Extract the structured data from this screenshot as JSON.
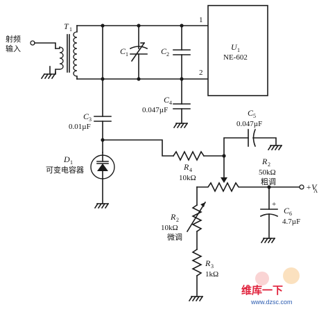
{
  "input": {
    "label_line1": "射频",
    "label_line2": "输入"
  },
  "transformer": {
    "ref": "T",
    "sub": "1"
  },
  "ic": {
    "ref": "U",
    "sub": "1",
    "part": "NE-602",
    "pin1": "1",
    "pin2": "2"
  },
  "c1": {
    "ref": "C",
    "sub": "1"
  },
  "c2": {
    "ref": "C",
    "sub": "2"
  },
  "c3": {
    "ref": "C",
    "sub": "3",
    "value": "0.01µF"
  },
  "c4": {
    "ref": "C",
    "sub": "4",
    "value": "0.047µF"
  },
  "c5": {
    "ref": "C",
    "sub": "5",
    "value": "0.047µF"
  },
  "c6": {
    "ref": "C",
    "sub": "6",
    "value": "4.7µF",
    "polarity": "+"
  },
  "d1": {
    "ref": "D",
    "sub": "1",
    "desc": "可变电容器"
  },
  "r4": {
    "ref": "R",
    "sub": "4",
    "value": "10kΩ"
  },
  "r2_coarse": {
    "ref": "R",
    "sub": "2",
    "value": "50kΩ",
    "desc": "粗调"
  },
  "r2_fine": {
    "ref": "R",
    "sub": "2",
    "value": "10kΩ",
    "desc": "微调"
  },
  "r3": {
    "ref": "R",
    "sub": "3",
    "value": "1kΩ"
  },
  "supply": {
    "label": "+V",
    "sub": "A"
  },
  "watermark": {
    "text": "维库一下",
    "url": "www.dzsc.com"
  }
}
